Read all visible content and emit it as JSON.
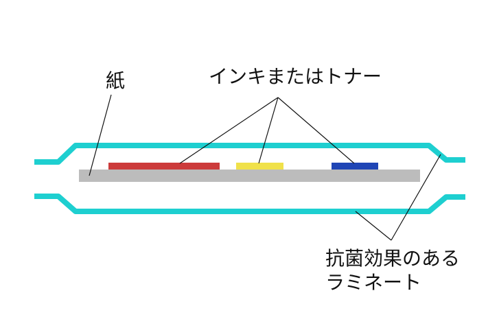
{
  "labels": {
    "paper": "紙",
    "ink_toner": "インキまたはトナー",
    "laminate_line1": "抗菌効果のある",
    "laminate_line2": "ラミネート"
  },
  "colors": {
    "laminate": "#1ecfd0",
    "paper": "#bcbcbc",
    "ink_red": "#cc3b3b",
    "ink_yellow": "#f0e14a",
    "ink_blue": "#1f45b5",
    "leader_line": "#111111"
  }
}
